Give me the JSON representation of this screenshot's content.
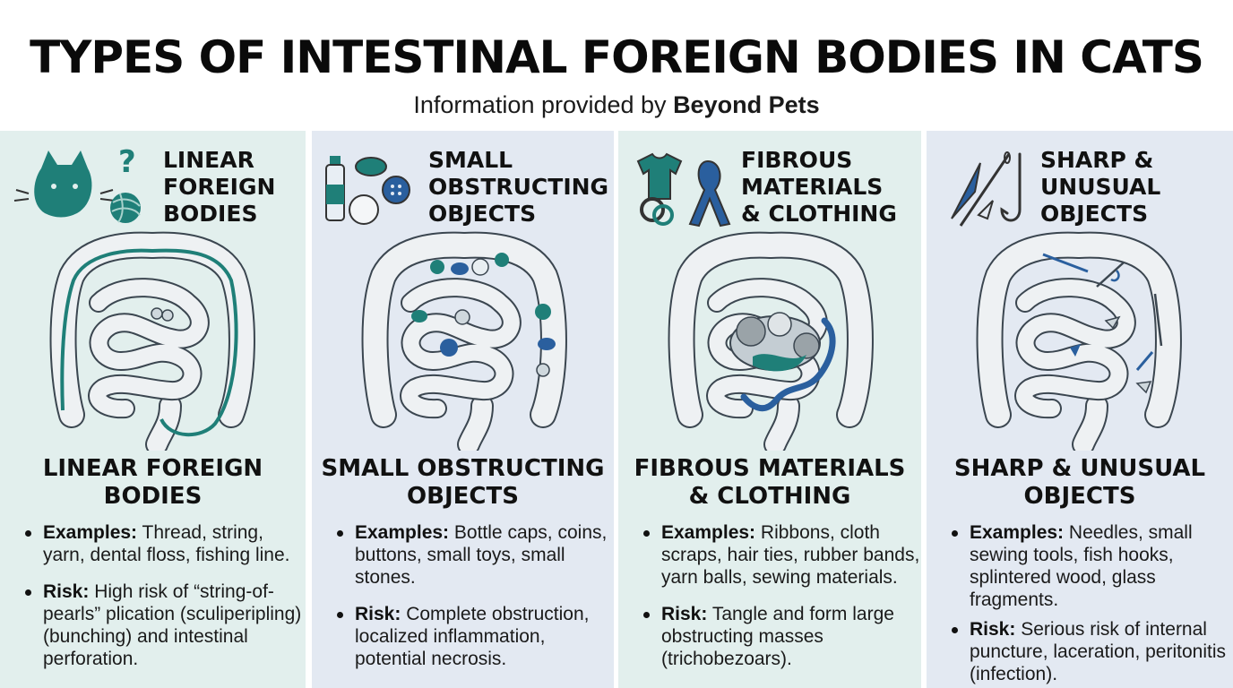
{
  "header": {
    "title": "TYPES OF INTESTINAL FOREIGN BODIES IN CATS",
    "subtitle_prefix": "Information provided by",
    "subtitle_brand": "Beyond Pets"
  },
  "panels": [
    {
      "heading_lines": [
        "LINEAR",
        "FOREIGN",
        "BODIES"
      ],
      "title_lines": [
        "LINEAR FOREIGN",
        "BODIES"
      ],
      "examples_label": "Examples:",
      "examples_text": "Thread, string, yarn, dental floss, fishing line.",
      "risk_label": "Risk:",
      "risk_text": "High risk of “string-of-pearls” plication (sculiperipling) (bunching) and intestinal perforation.",
      "icons": [
        "cat-icon",
        "question-mark-icon",
        "yarn-ball-icon"
      ],
      "accent": "#1f7f78"
    },
    {
      "heading_lines": [
        "SMALL",
        "OBSTRUCTING",
        "OBJECTS"
      ],
      "title_lines": [
        "SMALL OBSTRUCTING",
        "OBJECTS"
      ],
      "examples_label": "Examples:",
      "examples_text": "Bottle caps, coins, buttons, small toys, small stones.",
      "risk_label": "Risk:",
      "risk_text": "Complete obstruction, localized inflammation, potential necrosis.",
      "icons": [
        "bottle-icon",
        "bottle-cap-icon",
        "button-icon",
        "coin-icon"
      ],
      "accent": "#2a5f9e"
    },
    {
      "heading_lines": [
        "FIBROUS",
        "MATERIALS",
        "& CLOTHING"
      ],
      "title_lines": [
        "FIBROUS MATERIALS",
        "& CLOTHING"
      ],
      "examples_label": "Examples:",
      "examples_text": "Ribbons, cloth scraps, hair ties, rubber bands, yarn balls, sewing materials.",
      "risk_label": "Risk:",
      "risk_text": "Tangle and form large obstructing masses (trichobezoars).",
      "icons": [
        "t-shirt-icon",
        "ribbon-icon",
        "hair-tie-icon"
      ],
      "accent": "#1f7f78"
    },
    {
      "heading_lines": [
        "SHARP &",
        "UNUSUAL",
        "OBJECTS"
      ],
      "title_lines": [
        "SHARP & UNUSUAL",
        "OBJECTS"
      ],
      "examples_label": "Examples:",
      "examples_text": "Needles, small sewing tools, fish hooks, splintered wood, glass fragments.",
      "risk_label": "Risk:",
      "risk_text": "Serious risk of internal puncture, laceration, peritonitis (infection).",
      "icons": [
        "needle-icon",
        "glass-shard-icon",
        "fish-hook-icon"
      ],
      "accent": "#2a5f9e"
    }
  ],
  "colors": {
    "teal_panel_bg": "#e2efed",
    "blue_panel_bg": "#e3e9f2",
    "teal_accent": "#1f7f78",
    "blue_accent": "#2a5f9e",
    "intestine_fill": "#eef1f3",
    "intestine_stroke": "#3b4650"
  }
}
